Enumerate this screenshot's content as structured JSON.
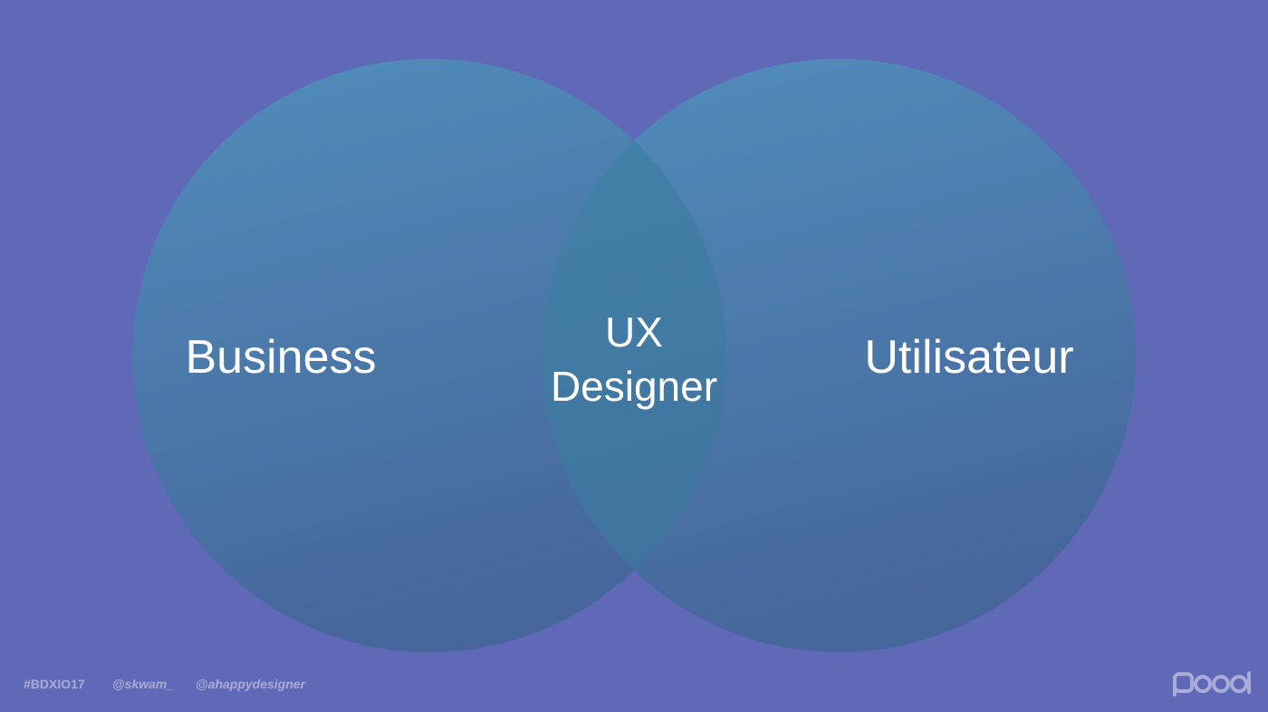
{
  "diagram": {
    "type": "venn",
    "sets": [
      {
        "label": "Business"
      },
      {
        "label": "Utilisateur"
      }
    ],
    "intersection": {
      "line1": "UX",
      "line2": "Designer"
    }
  },
  "footer": {
    "hashtag": "#BDXIO17",
    "handle_1": "@skwam_",
    "handle_2": "@ahappydesigner"
  },
  "brand": {
    "logo_text": "poool"
  },
  "colors": {
    "background": "#6068b8",
    "circle_top": "#4f8db8",
    "circle_bottom": "#44689a",
    "overlap": "#3f7fa4",
    "footer_text": "#a9acd6"
  }
}
